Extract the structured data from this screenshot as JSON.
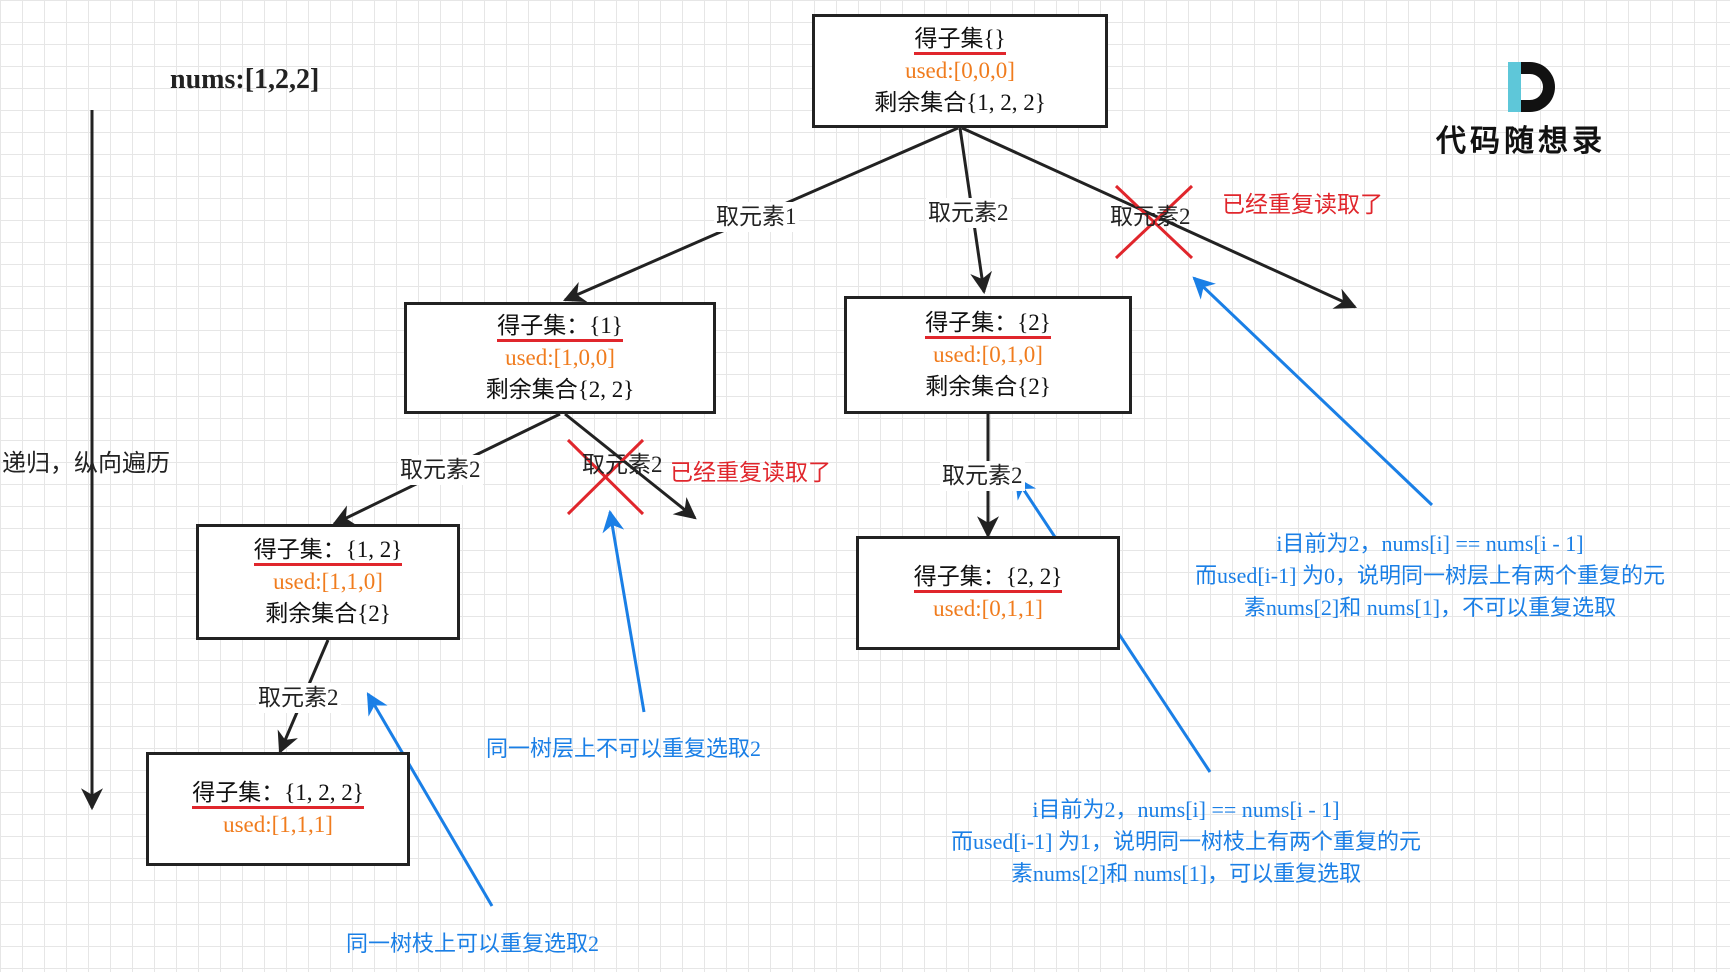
{
  "title": "nums:[1,2,2]",
  "side_label": "递归，纵向遍历",
  "brand": {
    "letter": "D",
    "text": "代码随想录"
  },
  "nodes": {
    "root": {
      "subset": "得子集{}",
      "used": "used:[0,0,0]",
      "remaining": "剩余集合{1, 2, 2}"
    },
    "n1": {
      "subset": "得子集：{1}",
      "used": "used:[1,0,0]",
      "remaining": "剩余集合{2, 2}"
    },
    "n2": {
      "subset": "得子集：{2}",
      "used": "used:[0,1,0]",
      "remaining": "剩余集合{2}"
    },
    "n12": {
      "subset": "得子集：{1, 2}",
      "used": "used:[1,1,0]",
      "remaining": "剩余集合{2}"
    },
    "n22": {
      "subset": "得子集：{2, 2}",
      "used": "used:[0,1,1]"
    },
    "n122": {
      "subset": "得子集：{1, 2, 2}",
      "used": "used:[1,1,1]"
    }
  },
  "edges": {
    "root_1": "取元素1",
    "root_2": "取元素2",
    "root_3": "取元素2",
    "n1_a": "取元素2",
    "n1_b": "取元素2",
    "n2_a": "取元素2",
    "n12_a": "取元素2"
  },
  "duplicate_marks": {
    "top": "已经重复读取了",
    "mid": "已经重复读取了"
  },
  "notes": {
    "tree_level": "同一树层上不可以重复选取2",
    "tree_branch": "同一树枝上可以重复选取2",
    "level_explain": [
      "i目前为2，nums[i] == nums[i - 1]",
      "而used[i-1] 为0，说明同一树层上有两个重复的元",
      "素nums[2]和 nums[1]，不可以重复选取"
    ],
    "branch_explain": [
      "i目前为2，nums[i] == nums[i - 1]",
      "而used[i-1] 为1，说明同一树枝上有两个重复的元",
      "素nums[2]和 nums[1]，可以重复选取"
    ]
  },
  "colors": {
    "used": "#f07c1e",
    "red": "#e0262c",
    "blue": "#1a7fe6",
    "dark": "#222222",
    "brand_teal": "#5ec7d9"
  }
}
